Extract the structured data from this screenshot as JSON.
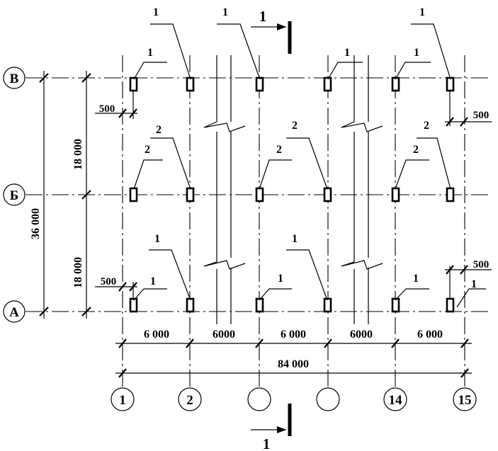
{
  "row_axes": [
    "В",
    "Б",
    "А"
  ],
  "column_axes": [
    "1",
    "2",
    "",
    "",
    "14",
    "15"
  ],
  "column_types": {
    "row_top": [
      "1",
      "1",
      "1",
      "1",
      "1",
      "1"
    ],
    "row_middle": [
      "2",
      "2",
      "2",
      "2",
      "2",
      "2"
    ],
    "row_bottom": [
      "1",
      "1",
      "1",
      "1",
      "1",
      "1"
    ]
  },
  "offsets": {
    "top_left": "500",
    "top_right": "500",
    "bottom_left": "500",
    "bottom_right": "500"
  },
  "dimensions": {
    "bay_1": "6 000",
    "bay_2": "6000",
    "bay_3": "6 000",
    "bay_4": "6000",
    "bay_5": "6 000",
    "total": "84 000",
    "span_top": "18 000",
    "span_bottom": "18 000",
    "total_width": "36 000"
  },
  "section_mark": "1"
}
